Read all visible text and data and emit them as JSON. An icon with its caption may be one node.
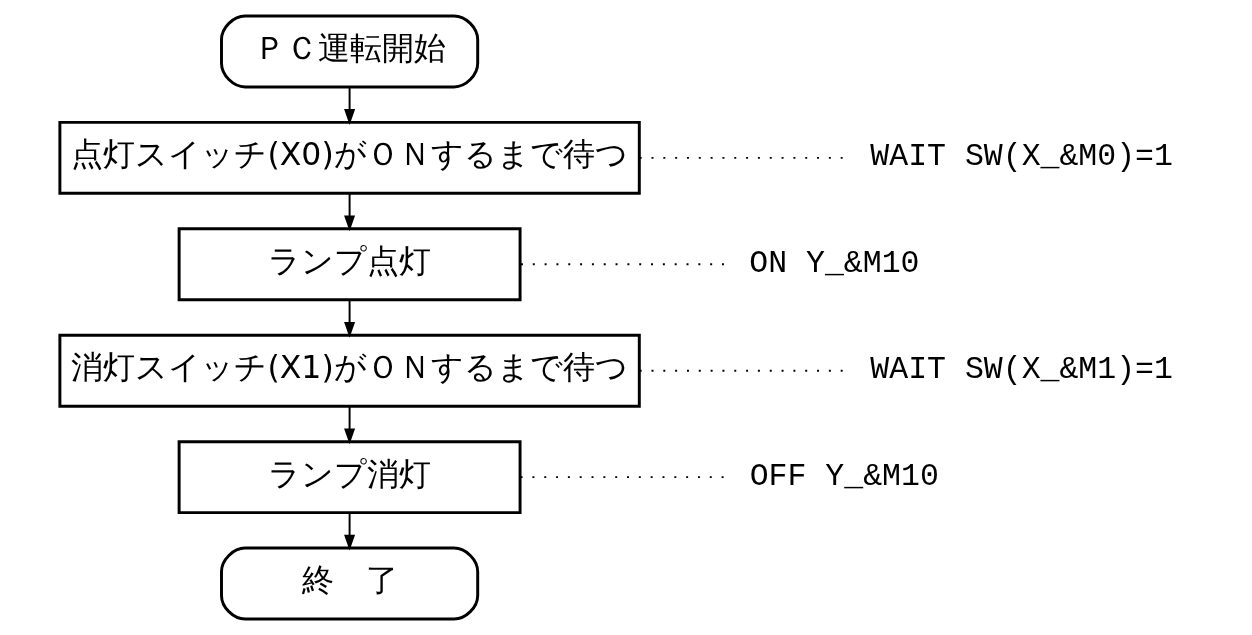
{
  "diagram": {
    "nodes": [
      {
        "text": [
          "ＰＣ運転開始"
        ]
      },
      {
        "text": [
          "点灯スイッチ(X0)がＯＮするまで待つ"
        ]
      },
      {
        "text": [
          "ランプ点灯"
        ]
      },
      {
        "text": [
          "消灯スイッチ(X1)がＯＮするまで待つ"
        ]
      },
      {
        "text": [
          "ランプ消灯"
        ]
      },
      {
        "text": [
          "終　了"
        ]
      },
      {
        "text": [
          "WAIT SW(X_&M0)=1"
        ]
      },
      {
        "text": [
          "ON Y_&M10"
        ]
      },
      {
        "text": [
          "WAIT SW(X_&M1)=1"
        ]
      },
      {
        "text": [
          "OFF Y_&M10"
        ]
      }
    ],
    "edges": [
      {
        "from": 0,
        "to": 1,
        "arrow": "to"
      },
      {
        "from": 1,
        "to": 2,
        "arrow": "to"
      },
      {
        "from": 2,
        "to": 3,
        "arrow": "to"
      },
      {
        "from": 3,
        "to": 4,
        "arrow": "to"
      },
      {
        "from": 4,
        "to": 5,
        "arrow": "to"
      },
      {
        "from": 1,
        "to": 6,
        "arrow": "none",
        "style": "dashed"
      },
      {
        "from": 2,
        "to": 7,
        "arrow": "none",
        "style": "dashed"
      },
      {
        "from": 3,
        "to": 8,
        "arrow": "none",
        "style": "dashed"
      },
      {
        "from": 4,
        "to": 9,
        "arrow": "none",
        "style": "dashed"
      }
    ]
  }
}
